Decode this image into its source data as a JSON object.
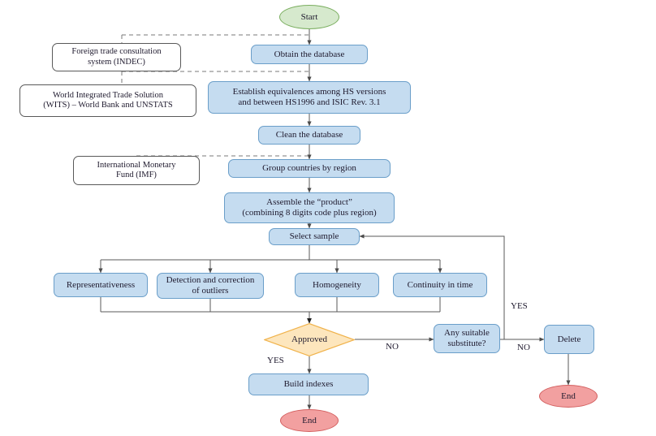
{
  "diagram": {
    "title": "Index construction methodology flowchart",
    "colors": {
      "process_fill": "#c5dcf0",
      "process_stroke": "#6a9ec9",
      "source_fill": "#ffffff",
      "source_stroke": "#595959",
      "start_fill": "#d6e9cd",
      "start_stroke": "#7aae5f",
      "end_fill": "#f2a0a0",
      "end_stroke": "#d35f5f",
      "decision_fill": "#fde6bd",
      "decision_stroke": "#f0b24a",
      "connector": "#5a5a5a",
      "connector_dashed": "#7a7a7a"
    },
    "nodes": {
      "start": "Start",
      "obtain_db": "Obtain the database",
      "establish_line1": "Establish equivalences among HS versions",
      "establish_line2": "and between HS1996 and ISIC Rev. 3.1",
      "clean_db": "Clean the database",
      "group_countries": "Group countries by region",
      "assemble_line1": "Assemble the “product”",
      "assemble_line2": "(combining 8 digits code plus region)",
      "select_sample": "Select sample",
      "representativeness": "Representativeness",
      "detection_line1": "Detection and correction",
      "detection_line2": "of outliers",
      "homogeneity": "Homogeneity",
      "continuity": "Continuity in time",
      "approved": "Approved",
      "substitute_line1": "Any suitable",
      "substitute_line2": "substitute?",
      "delete": "Delete",
      "build_indexes": "Build indexes",
      "end_main": "End",
      "end_delete": "End"
    },
    "sources": {
      "indec_line1": "Foreign trade consultation",
      "indec_line2": "system (INDEC)",
      "wits_line1": "World Integrated Trade Solution",
      "wits_line2": "(WITS) – World Bank and UNSTATS",
      "imf_line1": "International Monetary",
      "imf_line2": "Fund (IMF)"
    },
    "edge_labels": {
      "approved_no": "NO",
      "approved_yes": "YES",
      "substitute_yes": "YES",
      "substitute_no": "NO"
    }
  }
}
